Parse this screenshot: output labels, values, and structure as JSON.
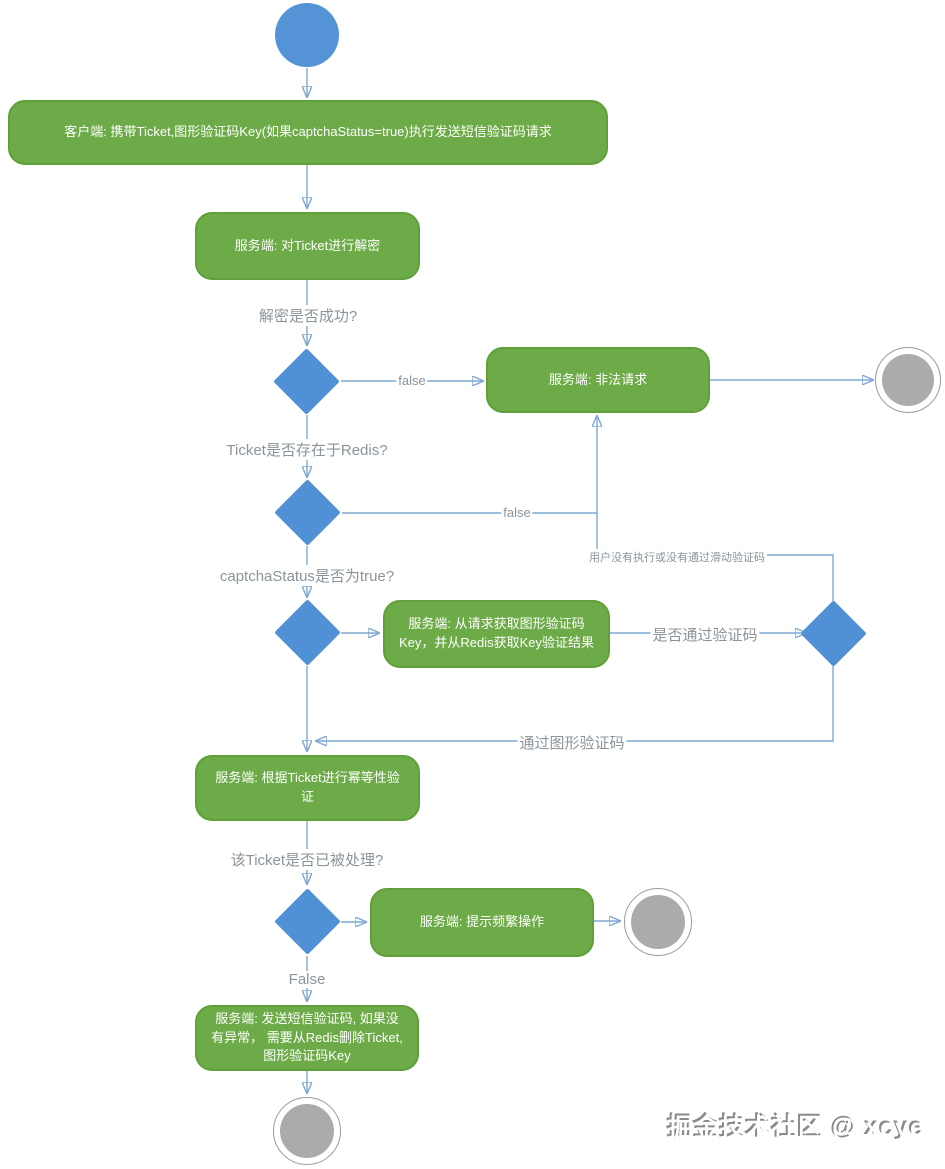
{
  "diagram_type": "uml-activity-flowchart",
  "colors": {
    "activity_green": "#6dab48",
    "activity_green_border": "#5fa03a",
    "start_blue": "#5494d6",
    "diamond_blue": "#4f91d4",
    "connector_blue": "#7fa8d3",
    "arrowhead_blue": "#3b7dc3",
    "end_node_gray": "#ababab",
    "label_gray": "#8b949b",
    "activity_text": "#ffffff"
  },
  "nodes": {
    "a1": "客户端: 携带Ticket,图形验证码Key(如果captchaStatus=true)执行发送短信验证码请求",
    "a2": "服务端: 对Ticket进行解密",
    "a3": "服务端: 非法请求",
    "a4": "服务端: 从请求获取图形验证码Key，并从Redis获取Key验证结果",
    "a5": "服务端: 根据Ticket进行幂等性验证",
    "a6": "服务端: 提示频繁操作",
    "a7": "服务端: 发送短信验证码, 如果没有异常， 需要从Redis删除Ticket,图形验证码Key"
  },
  "questions": {
    "q1": "解密是否成功?",
    "q2": "Ticket是否存在于Redis?",
    "q3": "captchaStatus是否为true?",
    "q4": "该Ticket是否已被处理?"
  },
  "edge_labels": {
    "false1": "false",
    "false2": "false",
    "note_no_captcha": "用户没有执行或没有通过滑动验证码",
    "pass_captcha_q": "是否通过验证码",
    "pass_image_captcha": "通过图形验证码",
    "false3": "False"
  },
  "watermark": "掘金技术社区 @ xcye"
}
